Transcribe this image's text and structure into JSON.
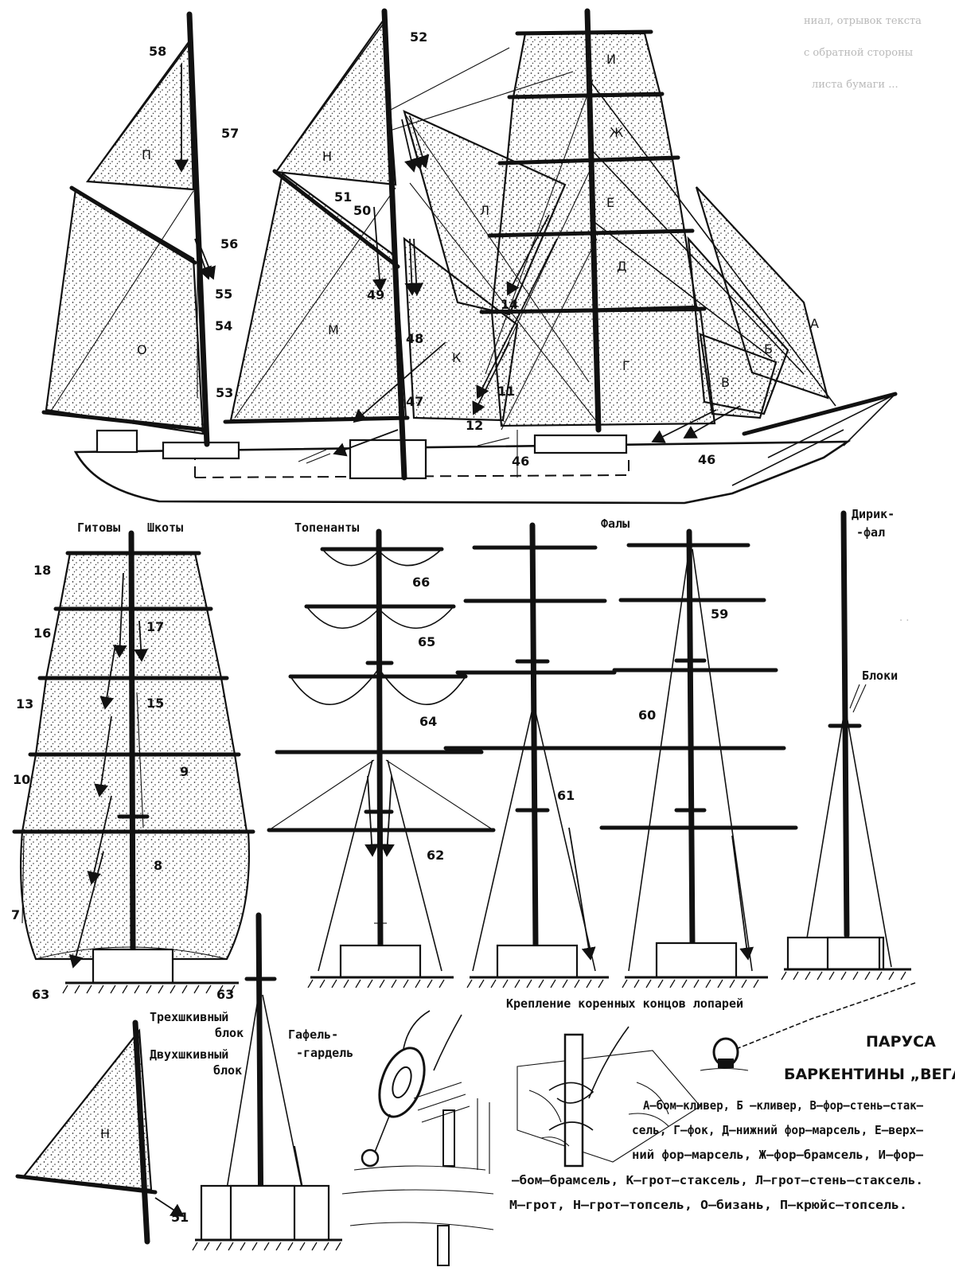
{
  "ship": {
    "sail_letters": [
      "А",
      "Б",
      "В",
      "Г",
      "Д",
      "Е",
      "Ж",
      "И",
      "К",
      "Л",
      "М",
      "Н",
      "О",
      "П"
    ],
    "numbers": [
      "58",
      "57",
      "56",
      "55",
      "54",
      "53",
      "52",
      "51",
      "50",
      "49",
      "48",
      "47",
      "14",
      "12",
      "11",
      "46",
      "46"
    ]
  },
  "front_view": {
    "titles": [
      "Гитовы",
      "Шкоты"
    ],
    "numbers": [
      "18",
      "17",
      "16",
      "15",
      "13",
      "10",
      "9",
      "8",
      "7",
      "63",
      "63"
    ]
  },
  "masts": {
    "toppings_title": "Топенанты",
    "halyards_title": "Фалы",
    "dirik_title": [
      "Дирик-",
      "-фал"
    ],
    "blocks_label": "Блоки",
    "numbers": [
      "66",
      "65",
      "64",
      "62",
      "61",
      "59",
      "60"
    ]
  },
  "gaff": {
    "block3": [
      "Трехшкивный",
      "блок"
    ],
    "block2": [
      "Двухшкивный",
      "блок"
    ],
    "gardel": [
      "Гафель-",
      "-гардель"
    ],
    "sail_letter": "Н",
    "number": "51"
  },
  "fastening_title": "Крепление коренных концов лопарей",
  "legend": {
    "title": "ПАРУСА",
    "subtitle": "БАРКЕНТИНЫ „ВЕГА\"",
    "lines": [
      "А–бом–кливер, Б –кливер, В–фор–стень–стак–",
      "сель, Г–фок, Д–нижний фор–марсель, Е–верх–",
      "ний фор–марсель, Ж–фор–брамсель, И–фор–",
      "–бом–брамсель, К–грот–стаксель, Л–грот–стень–стаксель.",
      "М–грот, Н–грот–топсель, О–бизань, П–крюйс–топсель."
    ]
  }
}
